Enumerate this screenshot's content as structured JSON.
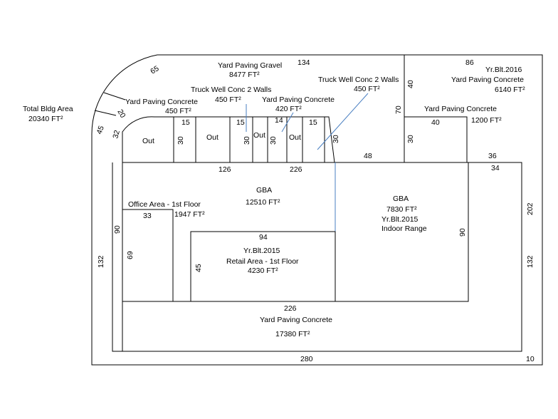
{
  "total": {
    "title": "Total Bldg Area",
    "area": "20340 FT²"
  },
  "areas": {
    "yard_gravel": {
      "name": "Yard Paving Gravel",
      "area": "8477 FT²"
    },
    "truck_well_1": {
      "name": "Truck Well Conc 2 Walls",
      "area": "450 FT²"
    },
    "truck_well_2": {
      "name": "Truck Well Conc 2 Walls",
      "area": "450 FT²"
    },
    "yard_conc_small_left": {
      "name": "Yard Paving Concrete",
      "area": "450 FT²"
    },
    "yard_conc_mid": {
      "name": "Yard Paving Concrete",
      "area": "420 FT²"
    },
    "yard_conc_ne": {
      "year": "Yr.Blt.2016",
      "name": "Yard Paving Concrete",
      "area": "6140 FT²"
    },
    "yard_conc_right": {
      "name": "Yard Paving Concrete",
      "area": "1200 FT²"
    },
    "gba_main": {
      "name": "GBA",
      "area": "12510 FT²"
    },
    "gba_right": {
      "name": "GBA",
      "area": "7830 FT²",
      "year": "Yr.Blt.2015",
      "use": "Indoor Range"
    },
    "office": {
      "name": "Office Area - 1st Floor",
      "area": "1947 FT²"
    },
    "retail": {
      "year": "Yr.Blt.2015",
      "name": "Retail Area - 1st Floor",
      "area": "4230 FT²"
    },
    "yard_conc_big": {
      "name": "Yard Paving Concrete",
      "area": "17380 FT²"
    },
    "out_labels": [
      "Out",
      "Out",
      "Out",
      "Out"
    ]
  },
  "dims": {
    "top_134": "134",
    "top_86": "86",
    "arc_65": "65",
    "arc_20": "20",
    "arc_45": "45",
    "arc_32": "32",
    "d15a": "15",
    "d30a": "30",
    "d15b": "15",
    "d30b": "30",
    "d14": "14",
    "d30c": "30",
    "d15c": "15",
    "d30d": "30",
    "d40v": "40",
    "d70": "70",
    "d48": "48",
    "d40h": "40",
    "d30e": "30",
    "d36": "36",
    "d34": "34",
    "d126": "126",
    "d226top": "226",
    "d90left": "90",
    "d33": "33",
    "d69": "69",
    "d94": "94",
    "d45": "45",
    "d132left": "132",
    "d226bot": "226",
    "d280": "280",
    "d10": "10",
    "d202": "202",
    "d132right": "132",
    "d90right": "90"
  }
}
